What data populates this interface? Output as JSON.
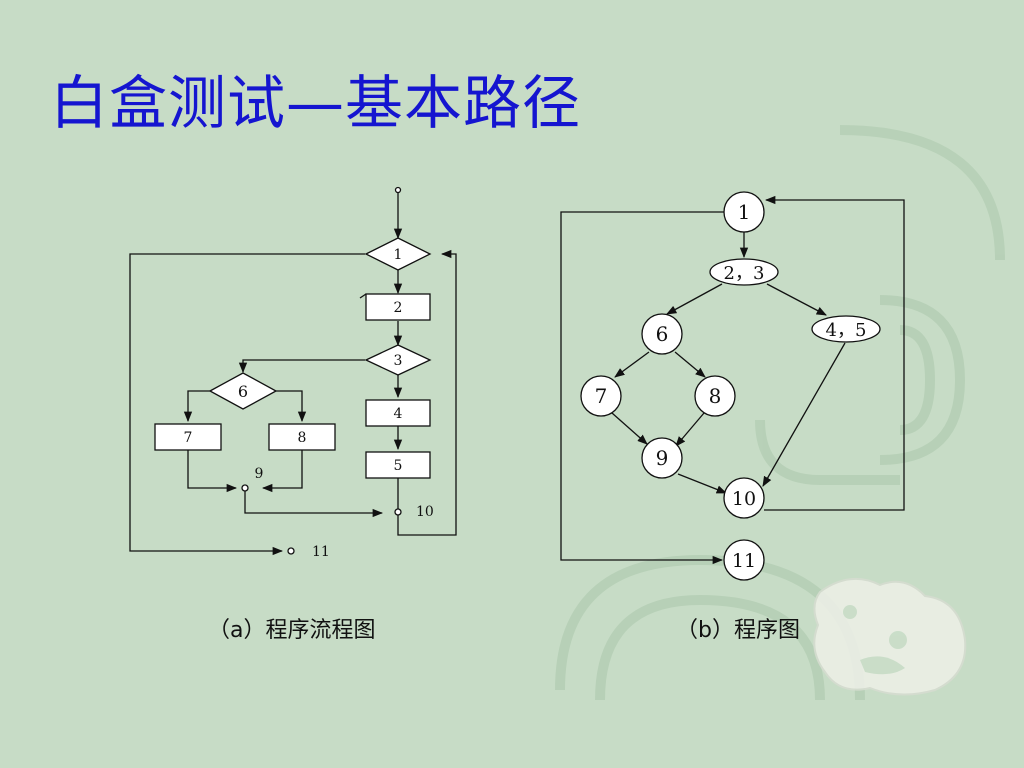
{
  "slide": {
    "title": "白盒测试—基本路径"
  },
  "flowchart": {
    "caption": "（a）程序流程图",
    "nodes": {
      "n1": "1",
      "n2": "2",
      "n3": "3",
      "n4": "4",
      "n5": "5",
      "n6": "6",
      "n7": "7",
      "n8": "8",
      "n9": "9",
      "n10": "10",
      "n11": "11"
    }
  },
  "program_graph": {
    "caption": "（b）程序图",
    "nodes": {
      "g1": "1",
      "g23": "2，3",
      "g45": "4，5",
      "g6": "6",
      "g7": "7",
      "g8": "8",
      "g9": "9",
      "g10": "10",
      "g11": "11"
    }
  },
  "colors": {
    "background": "#c7dcc6",
    "title": "#1515d0",
    "line": "#111111"
  }
}
